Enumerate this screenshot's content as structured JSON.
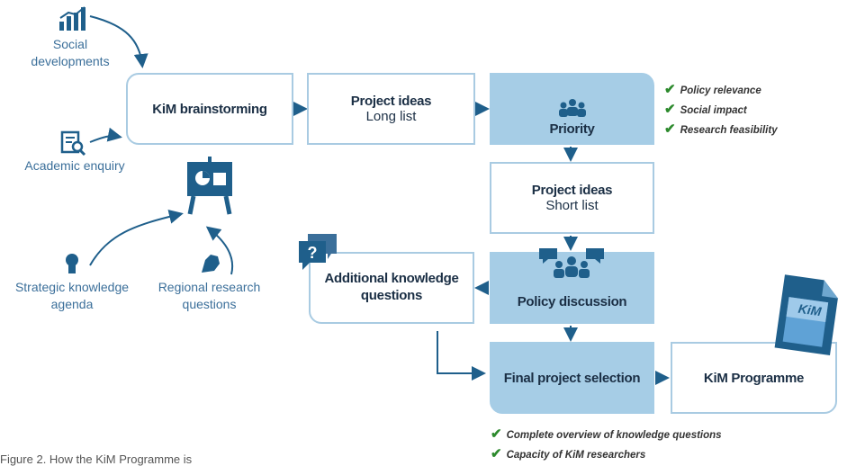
{
  "sources": {
    "social": "Social developments",
    "academic": "Academic enquiry",
    "strategic": "Strategic knowledge agenda",
    "regional": "Regional research questions"
  },
  "boxes": {
    "brainstorm": "KiM brainstorming",
    "ideas_long_title": "Project ideas",
    "ideas_long_sub": "Long list",
    "priority": "Priority",
    "ideas_short_title": "Project ideas",
    "ideas_short_sub": "Short list",
    "policy": "Policy discussion",
    "additional": "Additional knowledge questions",
    "final": "Final project selection",
    "programme": "KiM Programme"
  },
  "priority_checks": [
    "Policy relevance",
    "Social impact",
    "Research feasibility"
  ],
  "final_checks": [
    "Complete overview of knowledge questions",
    "Capacity of KiM researchers"
  ],
  "document_icon_label": "KiM",
  "question_icon_label": "?",
  "caption": "Figure 2. How the KiM Programme is",
  "colors": {
    "fill": "#a6cde6",
    "border": "#a9cbe2",
    "icon": "#1f5f8b",
    "check": "#2d8a2d"
  }
}
